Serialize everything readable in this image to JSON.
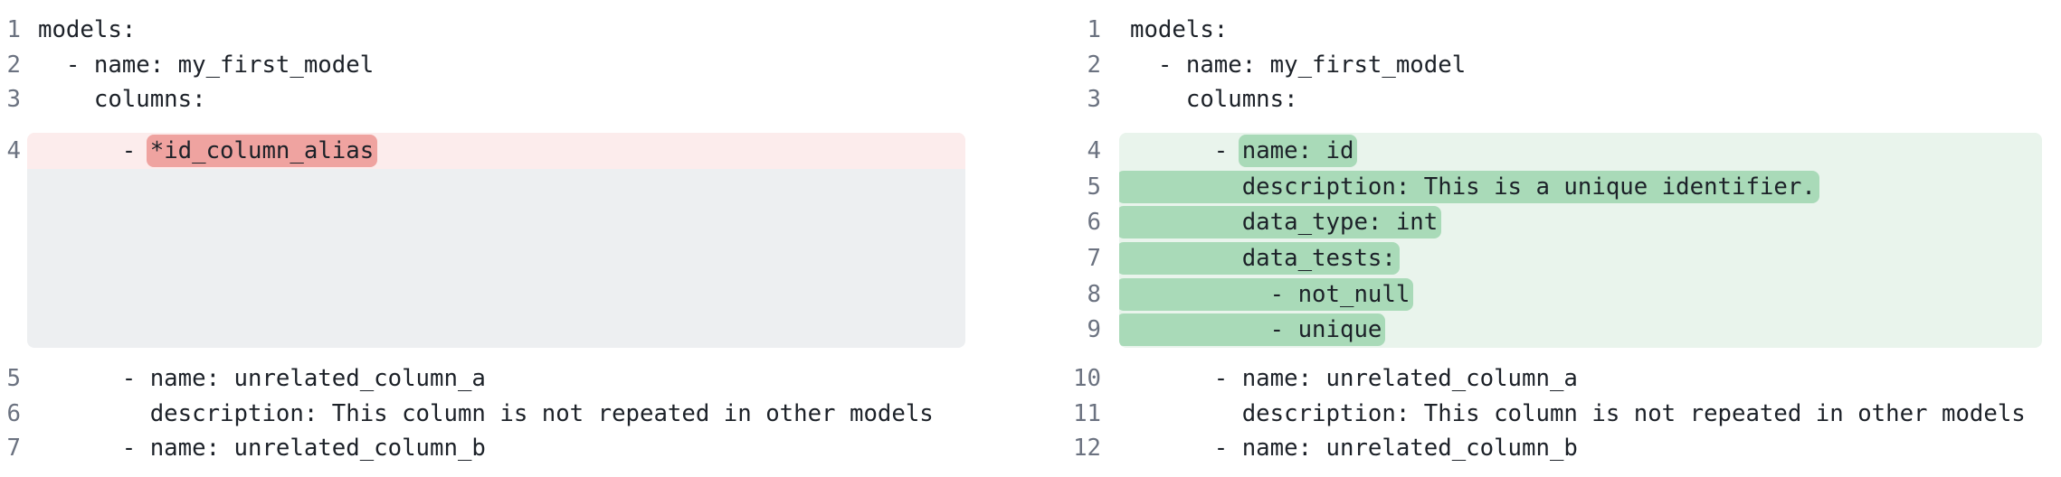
{
  "view": {
    "kind": "yaml-diff-side-by-side",
    "language": "yaml"
  },
  "colors": {
    "page_bg": "#ffffff",
    "code_text": "#1c2128",
    "line_number": "#6b7280",
    "removed_line_bg": "#fcecec",
    "removed_token_bg": "#efa3a0",
    "added_line_bg": "#e9f4ec",
    "added_token_bg": "#a9dab8",
    "collapsed_gap_bg": "#edeff1"
  },
  "panes": [
    {
      "id": "left",
      "change_kind": "removed",
      "context_before": [
        {
          "num": "1",
          "segments": [
            {
              "text": "models:",
              "mark": false
            }
          ]
        },
        {
          "num": "2",
          "segments": [
            {
              "text": "  - name: my_first_model",
              "mark": false
            }
          ]
        },
        {
          "num": "3",
          "segments": [
            {
              "text": "    columns:",
              "mark": false
            }
          ]
        }
      ],
      "changed_lines": [
        {
          "num": "4",
          "segments": [
            {
              "text": "      - ",
              "mark": false
            },
            {
              "text": "*id_column_alias",
              "mark": true
            }
          ]
        }
      ],
      "has_collapsed_gap": true,
      "context_after": [
        {
          "num": "5",
          "segments": [
            {
              "text": "      - name: unrelated_column_a",
              "mark": false
            }
          ]
        },
        {
          "num": "6",
          "segments": [
            {
              "text": "        description: This column is not repeated in other models",
              "mark": false
            }
          ]
        },
        {
          "num": "7",
          "segments": [
            {
              "text": "      - name: unrelated_column_b",
              "mark": false
            }
          ]
        }
      ]
    },
    {
      "id": "right",
      "change_kind": "added",
      "context_before": [
        {
          "num": "1",
          "segments": [
            {
              "text": "models:",
              "mark": false
            }
          ]
        },
        {
          "num": "2",
          "segments": [
            {
              "text": "  - name: my_first_model",
              "mark": false
            }
          ]
        },
        {
          "num": "3",
          "segments": [
            {
              "text": "    columns:",
              "mark": false
            }
          ]
        }
      ],
      "changed_lines": [
        {
          "num": "4",
          "segments": [
            {
              "text": "      - ",
              "mark": false
            },
            {
              "text": "name: id",
              "mark": true
            }
          ]
        },
        {
          "num": "5",
          "segments": [
            {
              "text": "        description: This is a unique identifier.",
              "mark": true
            }
          ]
        },
        {
          "num": "6",
          "segments": [
            {
              "text": "        data_type: int",
              "mark": true
            }
          ]
        },
        {
          "num": "7",
          "segments": [
            {
              "text": "        data_tests:",
              "mark": true
            }
          ]
        },
        {
          "num": "8",
          "segments": [
            {
              "text": "          - not_null",
              "mark": true
            }
          ]
        },
        {
          "num": "9",
          "segments": [
            {
              "text": "          - unique",
              "mark": true
            }
          ]
        }
      ],
      "has_collapsed_gap": false,
      "context_after": [
        {
          "num": "10",
          "segments": [
            {
              "text": "      - name: unrelated_column_a",
              "mark": false
            }
          ]
        },
        {
          "num": "11",
          "segments": [
            {
              "text": "        description: This column is not repeated in other models",
              "mark": false
            }
          ]
        },
        {
          "num": "12",
          "segments": [
            {
              "text": "      - name: unrelated_column_b",
              "mark": false
            }
          ]
        }
      ]
    }
  ]
}
